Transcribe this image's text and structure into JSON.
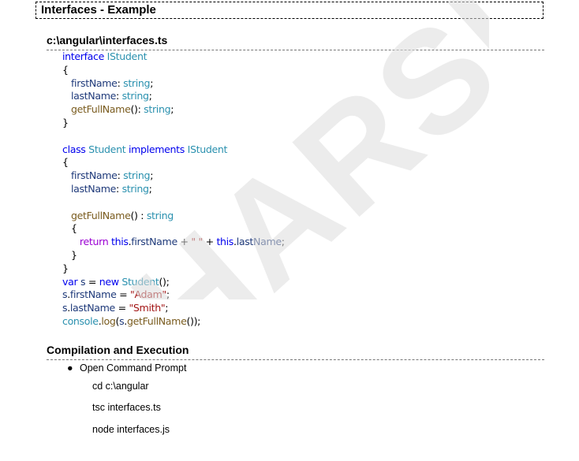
{
  "title": "Interfaces - Example",
  "file_heading": "c:\\angular\\interfaces.ts",
  "code_lines": [
    [
      {
        "t": "interface ",
        "c": "kw"
      },
      {
        "t": "IStudent",
        "c": "ty"
      }
    ],
    [
      {
        "t": "{",
        "c": "pl"
      }
    ],
    [
      {
        "t": "   firstName",
        "c": "id"
      },
      {
        "t": ": ",
        "c": "pl"
      },
      {
        "t": "string",
        "c": "ty"
      },
      {
        "t": ";",
        "c": "pl"
      }
    ],
    [
      {
        "t": "   lastName",
        "c": "id"
      },
      {
        "t": ": ",
        "c": "pl"
      },
      {
        "t": "string",
        "c": "ty"
      },
      {
        "t": ";",
        "c": "pl"
      }
    ],
    [
      {
        "t": "   getFullName",
        "c": "fn"
      },
      {
        "t": "(): ",
        "c": "pl"
      },
      {
        "t": "string",
        "c": "ty"
      },
      {
        "t": ";",
        "c": "pl"
      }
    ],
    [
      {
        "t": "}",
        "c": "pl"
      }
    ],
    [
      {
        "t": "",
        "c": "pl"
      }
    ],
    [
      {
        "t": "class ",
        "c": "kw"
      },
      {
        "t": "Student ",
        "c": "ty"
      },
      {
        "t": "implements ",
        "c": "kw"
      },
      {
        "t": "IStudent",
        "c": "ty"
      }
    ],
    [
      {
        "t": "{",
        "c": "pl"
      }
    ],
    [
      {
        "t": "   firstName",
        "c": "id"
      },
      {
        "t": ": ",
        "c": "pl"
      },
      {
        "t": "string",
        "c": "ty"
      },
      {
        "t": ";",
        "c": "pl"
      }
    ],
    [
      {
        "t": "   lastName",
        "c": "id"
      },
      {
        "t": ": ",
        "c": "pl"
      },
      {
        "t": "string",
        "c": "ty"
      },
      {
        "t": ";",
        "c": "pl"
      }
    ],
    [
      {
        "t": "",
        "c": "pl"
      }
    ],
    [
      {
        "t": "   getFullName",
        "c": "fn"
      },
      {
        "t": "() : ",
        "c": "pl"
      },
      {
        "t": "string",
        "c": "ty"
      }
    ],
    [
      {
        "t": "   {",
        "c": "pl"
      }
    ],
    [
      {
        "t": "      return ",
        "c": "pk"
      },
      {
        "t": "this",
        "c": "kw"
      },
      {
        "t": ".",
        "c": "pl"
      },
      {
        "t": "firstName",
        "c": "id"
      },
      {
        "t": " + ",
        "c": "pl"
      },
      {
        "t": "\" \"",
        "c": "st"
      },
      {
        "t": " + ",
        "c": "pl"
      },
      {
        "t": "this",
        "c": "kw"
      },
      {
        "t": ".",
        "c": "pl"
      },
      {
        "t": "lastName",
        "c": "id"
      },
      {
        "t": ";",
        "c": "pl"
      }
    ],
    [
      {
        "t": "   }",
        "c": "pl"
      }
    ],
    [
      {
        "t": "}",
        "c": "pl"
      }
    ],
    [
      {
        "t": "var ",
        "c": "kw"
      },
      {
        "t": "s",
        "c": "id"
      },
      {
        "t": " = ",
        "c": "pl"
      },
      {
        "t": "new ",
        "c": "kw"
      },
      {
        "t": "Student",
        "c": "ty"
      },
      {
        "t": "();",
        "c": "pl"
      }
    ],
    [
      {
        "t": "s",
        "c": "id"
      },
      {
        "t": ".",
        "c": "pl"
      },
      {
        "t": "firstName",
        "c": "id"
      },
      {
        "t": " = ",
        "c": "pl"
      },
      {
        "t": "\"Adam\"",
        "c": "st"
      },
      {
        "t": ";",
        "c": "pl"
      }
    ],
    [
      {
        "t": "s",
        "c": "id"
      },
      {
        "t": ".",
        "c": "pl"
      },
      {
        "t": "lastName",
        "c": "id"
      },
      {
        "t": " = ",
        "c": "pl"
      },
      {
        "t": "\"Smith\"",
        "c": "st"
      },
      {
        "t": ";",
        "c": "pl"
      }
    ],
    [
      {
        "t": "console",
        "c": "ty"
      },
      {
        "t": ".",
        "c": "pl"
      },
      {
        "t": "log",
        "c": "fn"
      },
      {
        "t": "(",
        "c": "pl"
      },
      {
        "t": "s",
        "c": "id"
      },
      {
        "t": ".",
        "c": "pl"
      },
      {
        "t": "getFullName",
        "c": "fn"
      },
      {
        "t": "());",
        "c": "pl"
      }
    ]
  ],
  "compilation_heading": "Compilation and Execution",
  "bullet": "Open Command Prompt",
  "commands": [
    "cd  c:\\angular",
    "tsc  interfaces.ts",
    "node  interfaces.js"
  ],
  "watermark": "HARSHA",
  "colors": {
    "keyword": "#0000ee",
    "type": "#2b91af",
    "identifier": "#1f3a7a",
    "function": "#7a5c1f",
    "string": "#a31515",
    "control": "#9b00d3",
    "watermark": "#d9d9d9"
  }
}
